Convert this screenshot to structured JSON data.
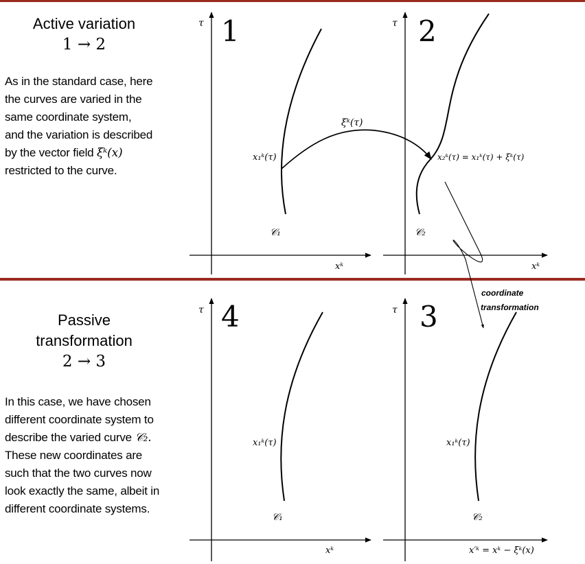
{
  "active": {
    "title": "Active variation",
    "subtitle": "1 → 2",
    "lines": [
      "As in the standard case, here",
      "the curves are varied in the",
      "same coordinate system,",
      "and the variation is described"
    ],
    "line5_pre": "by the vector field ",
    "line5_math": "ξᵏ(x)",
    "line6": "restricted to the curve."
  },
  "passive": {
    "title_l1": "Passive",
    "title_l2": "transformation",
    "subtitle": "2 → 3",
    "line1": "In this case, we have chosen",
    "line2": "different coordinate system to",
    "line3_pre": "describe the varied curve ",
    "line3_math": "𝒞₂.",
    "lines": [
      "These new coordinates are",
      "such that the two curves now",
      "look exactly the same, albeit in",
      "different coordinate systems."
    ]
  },
  "panels": {
    "p1": {
      "number": "1",
      "tau": "τ",
      "xaxis": "xᵏ",
      "point": "x₁ᵏ(τ)",
      "curve": "𝒞₁"
    },
    "p2": {
      "number": "2",
      "tau": "τ",
      "xaxis": "xᵏ",
      "point": "x₂ᵏ(τ) = x₁ᵏ(τ) + ξᵏ(τ)",
      "curve": "𝒞₂"
    },
    "p4": {
      "number": "4",
      "tau": "τ",
      "xaxis": "xᵏ",
      "point": "x₁ᵏ(τ)",
      "curve": "𝒞₁"
    },
    "p3": {
      "number": "3",
      "tau": "τ",
      "xaxis": "x′ᵏ = xᵏ − ξᵏ(x)",
      "point": "x₁ᵏ(τ)",
      "curve": "𝒞₂"
    }
  },
  "variation_label": "ξᵏ(τ)",
  "transform_label_l1": "coordinate",
  "transform_label_l2": "transformation"
}
